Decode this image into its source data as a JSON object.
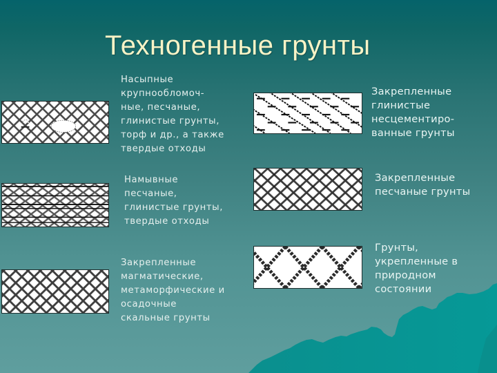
{
  "slide": {
    "title": "Техногенные грунты",
    "colors": {
      "background_top": "#05636a",
      "background_bottom": "#5f9e9e",
      "title_text": "#f7f3c6",
      "body_text": "#e6f0ee",
      "mountain": "#0a9a98"
    }
  },
  "legend": {
    "left": [
      {
        "pattern": "diagonal-grid-with-inclusions",
        "label": "Насыпные\nкрупнообломоч-\nные, песчаные,\nглинистые грунты,\nторф и др., а также\nтвердые отходы"
      },
      {
        "pattern": "diagonal-grid-with-horizontal-lines",
        "label": "Намывные\nпесчаные,\nглинистые грунты,\nтвердые отходы"
      },
      {
        "pattern": "diagonal-grid",
        "label": "Закрепленные\nмагматические,\nметаморфические и\nосадочные\nскальные грунты"
      }
    ],
    "right": [
      {
        "pattern": "diagonal-hatch-with-dashes",
        "label": "Закрепленные\nглинистые\nнесцементиро-\nванные грунты"
      },
      {
        "pattern": "diagonal-grid-with-dots",
        "label": "Закрепленные\nпесчаные грунты"
      },
      {
        "pattern": "large-diagonal-grid",
        "label": "Грунты,\nукрепленные в\nприродном\nсостоянии"
      }
    ]
  }
}
